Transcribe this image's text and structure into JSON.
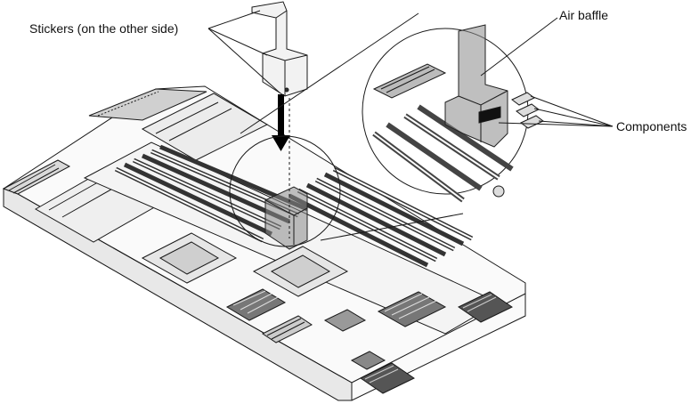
{
  "labels": {
    "stickers": "Stickers (on the other side)",
    "air_baffle": "Air baffle",
    "components": "Components"
  },
  "colors": {
    "line": "#1a1a1a",
    "baffle_fill": "#8a8a8a",
    "board_fill": "#f4f4f4",
    "shade": "#555555"
  },
  "icons": {
    "insertion_arrow": "down-arrow-icon"
  }
}
